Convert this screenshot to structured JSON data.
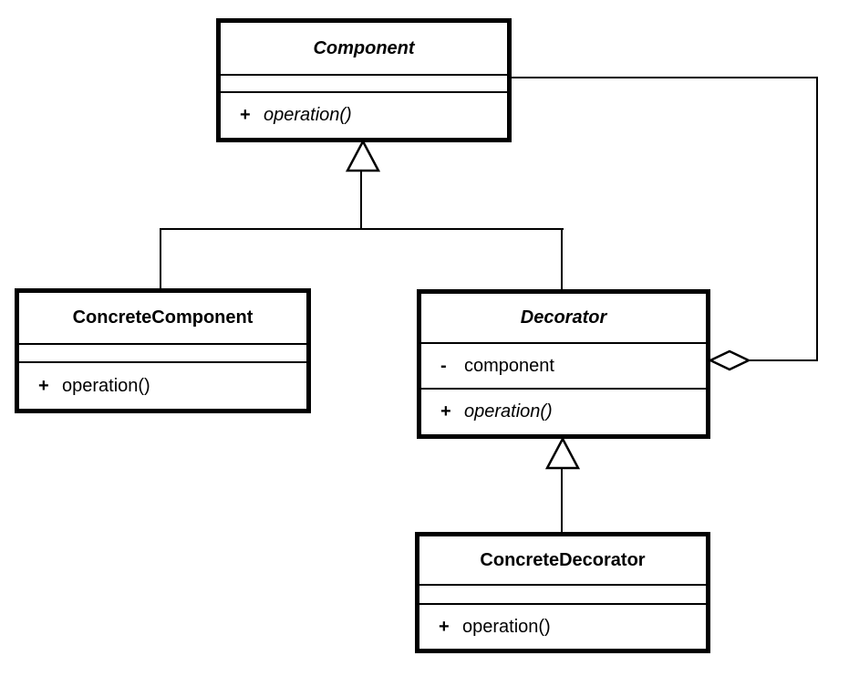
{
  "diagram": {
    "kind": "uml-class-diagram",
    "colors": {
      "stroke": "#000000",
      "node_fill": "#ffffff",
      "background": "#ffffff"
    }
  },
  "classes": [
    {
      "id": "component",
      "name": "Component",
      "abstract": true,
      "attributes": [],
      "operations": [
        {
          "visibility": "+",
          "signature": "operation()",
          "abstract": true
        }
      ]
    },
    {
      "id": "concrete-component",
      "name": "ConcreteComponent",
      "abstract": false,
      "attributes": [],
      "operations": [
        {
          "visibility": "+",
          "signature": "operation()",
          "abstract": false
        }
      ]
    },
    {
      "id": "decorator",
      "name": "Decorator",
      "abstract": true,
      "attributes": [
        {
          "visibility": "-",
          "name": "component"
        }
      ],
      "operations": [
        {
          "visibility": "+",
          "signature": "operation()",
          "abstract": true
        }
      ]
    },
    {
      "id": "concrete-decorator",
      "name": "ConcreteDecorator",
      "abstract": false,
      "attributes": [],
      "operations": [
        {
          "visibility": "+",
          "signature": "operation()",
          "abstract": false
        }
      ]
    }
  ],
  "relationships": [
    {
      "type": "generalization",
      "from": "ConcreteComponent",
      "to": "Component"
    },
    {
      "type": "generalization",
      "from": "Decorator",
      "to": "Component"
    },
    {
      "type": "generalization",
      "from": "ConcreteDecorator",
      "to": "Decorator"
    },
    {
      "type": "aggregation",
      "from": "Decorator",
      "to": "Component"
    }
  ]
}
